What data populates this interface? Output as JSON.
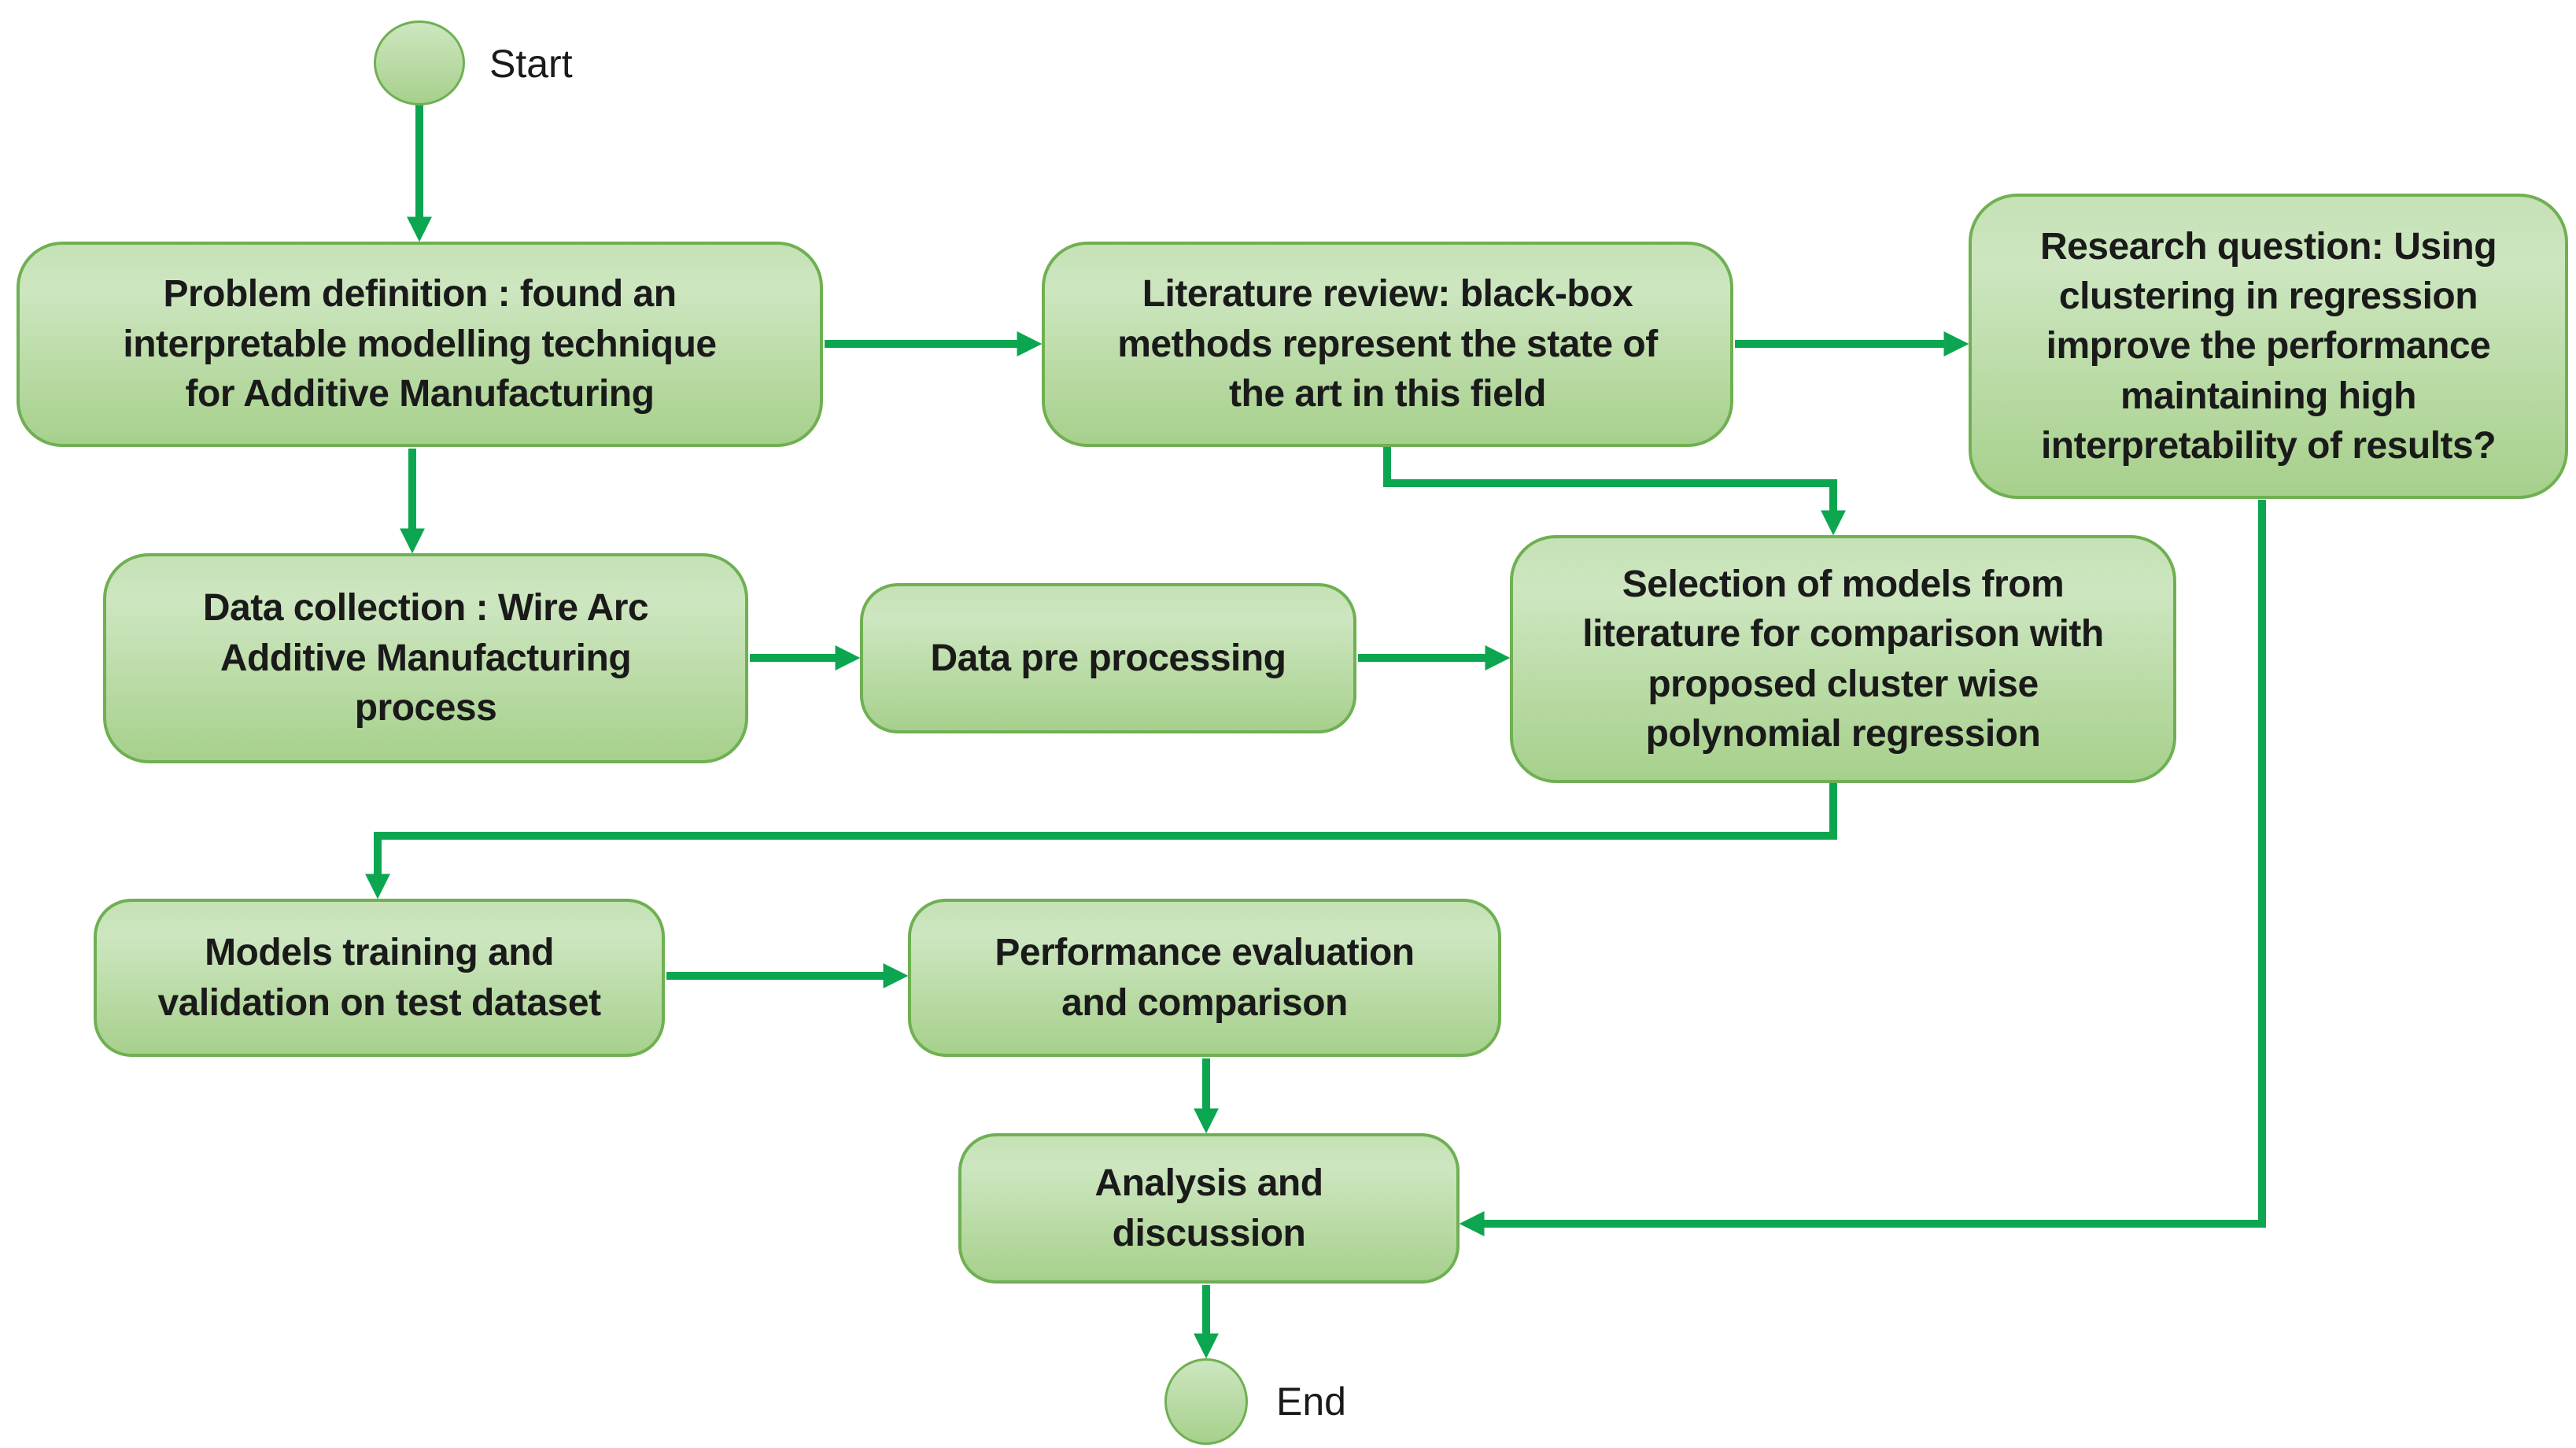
{
  "diagram": {
    "type": "flowchart",
    "nodes": {
      "start": {
        "label": "Start"
      },
      "problem_definition": {
        "text": "Problem definition : found an\ninterpretable modelling technique\nfor Additive Manufacturing"
      },
      "literature_review": {
        "text": "Literature review: black-box\nmethods represent the state of\nthe art in this field"
      },
      "research_question": {
        "text": "Research question: Using\nclustering in regression\nimprove the performance\nmaintaining high\ninterpretability of results?"
      },
      "data_collection": {
        "text": "Data collection : Wire Arc\nAdditive Manufacturing\nprocess"
      },
      "data_preprocessing": {
        "text": "Data pre processing"
      },
      "model_selection": {
        "text": "Selection of models from\nliterature for comparison with\nproposed cluster wise\npolynomial regression"
      },
      "models_training": {
        "text": "Models training and\nvalidation on test dataset"
      },
      "performance_evaluation": {
        "text": "Performance evaluation\nand comparison"
      },
      "analysis_discussion": {
        "text": "Analysis and\ndiscussion"
      },
      "end": {
        "label": "End"
      }
    },
    "edges": [
      {
        "from": "start",
        "to": "problem_definition"
      },
      {
        "from": "problem_definition",
        "to": "literature_review"
      },
      {
        "from": "literature_review",
        "to": "research_question"
      },
      {
        "from": "problem_definition",
        "to": "data_collection"
      },
      {
        "from": "literature_review",
        "to": "model_selection"
      },
      {
        "from": "data_collection",
        "to": "data_preprocessing"
      },
      {
        "from": "data_preprocessing",
        "to": "model_selection"
      },
      {
        "from": "model_selection",
        "to": "models_training"
      },
      {
        "from": "models_training",
        "to": "performance_evaluation"
      },
      {
        "from": "performance_evaluation",
        "to": "analysis_discussion"
      },
      {
        "from": "research_question",
        "to": "analysis_discussion"
      },
      {
        "from": "analysis_discussion",
        "to": "end"
      }
    ],
    "colors": {
      "bg": "#ffffff",
      "node_fill_top": "#c5e1b5",
      "node_fill_mid": "#cde6c0",
      "node_fill_bottom": "#a7d08c",
      "node_border": "#6fb052",
      "arrow": "#0ca650",
      "ink": "#1a1a1a"
    }
  }
}
